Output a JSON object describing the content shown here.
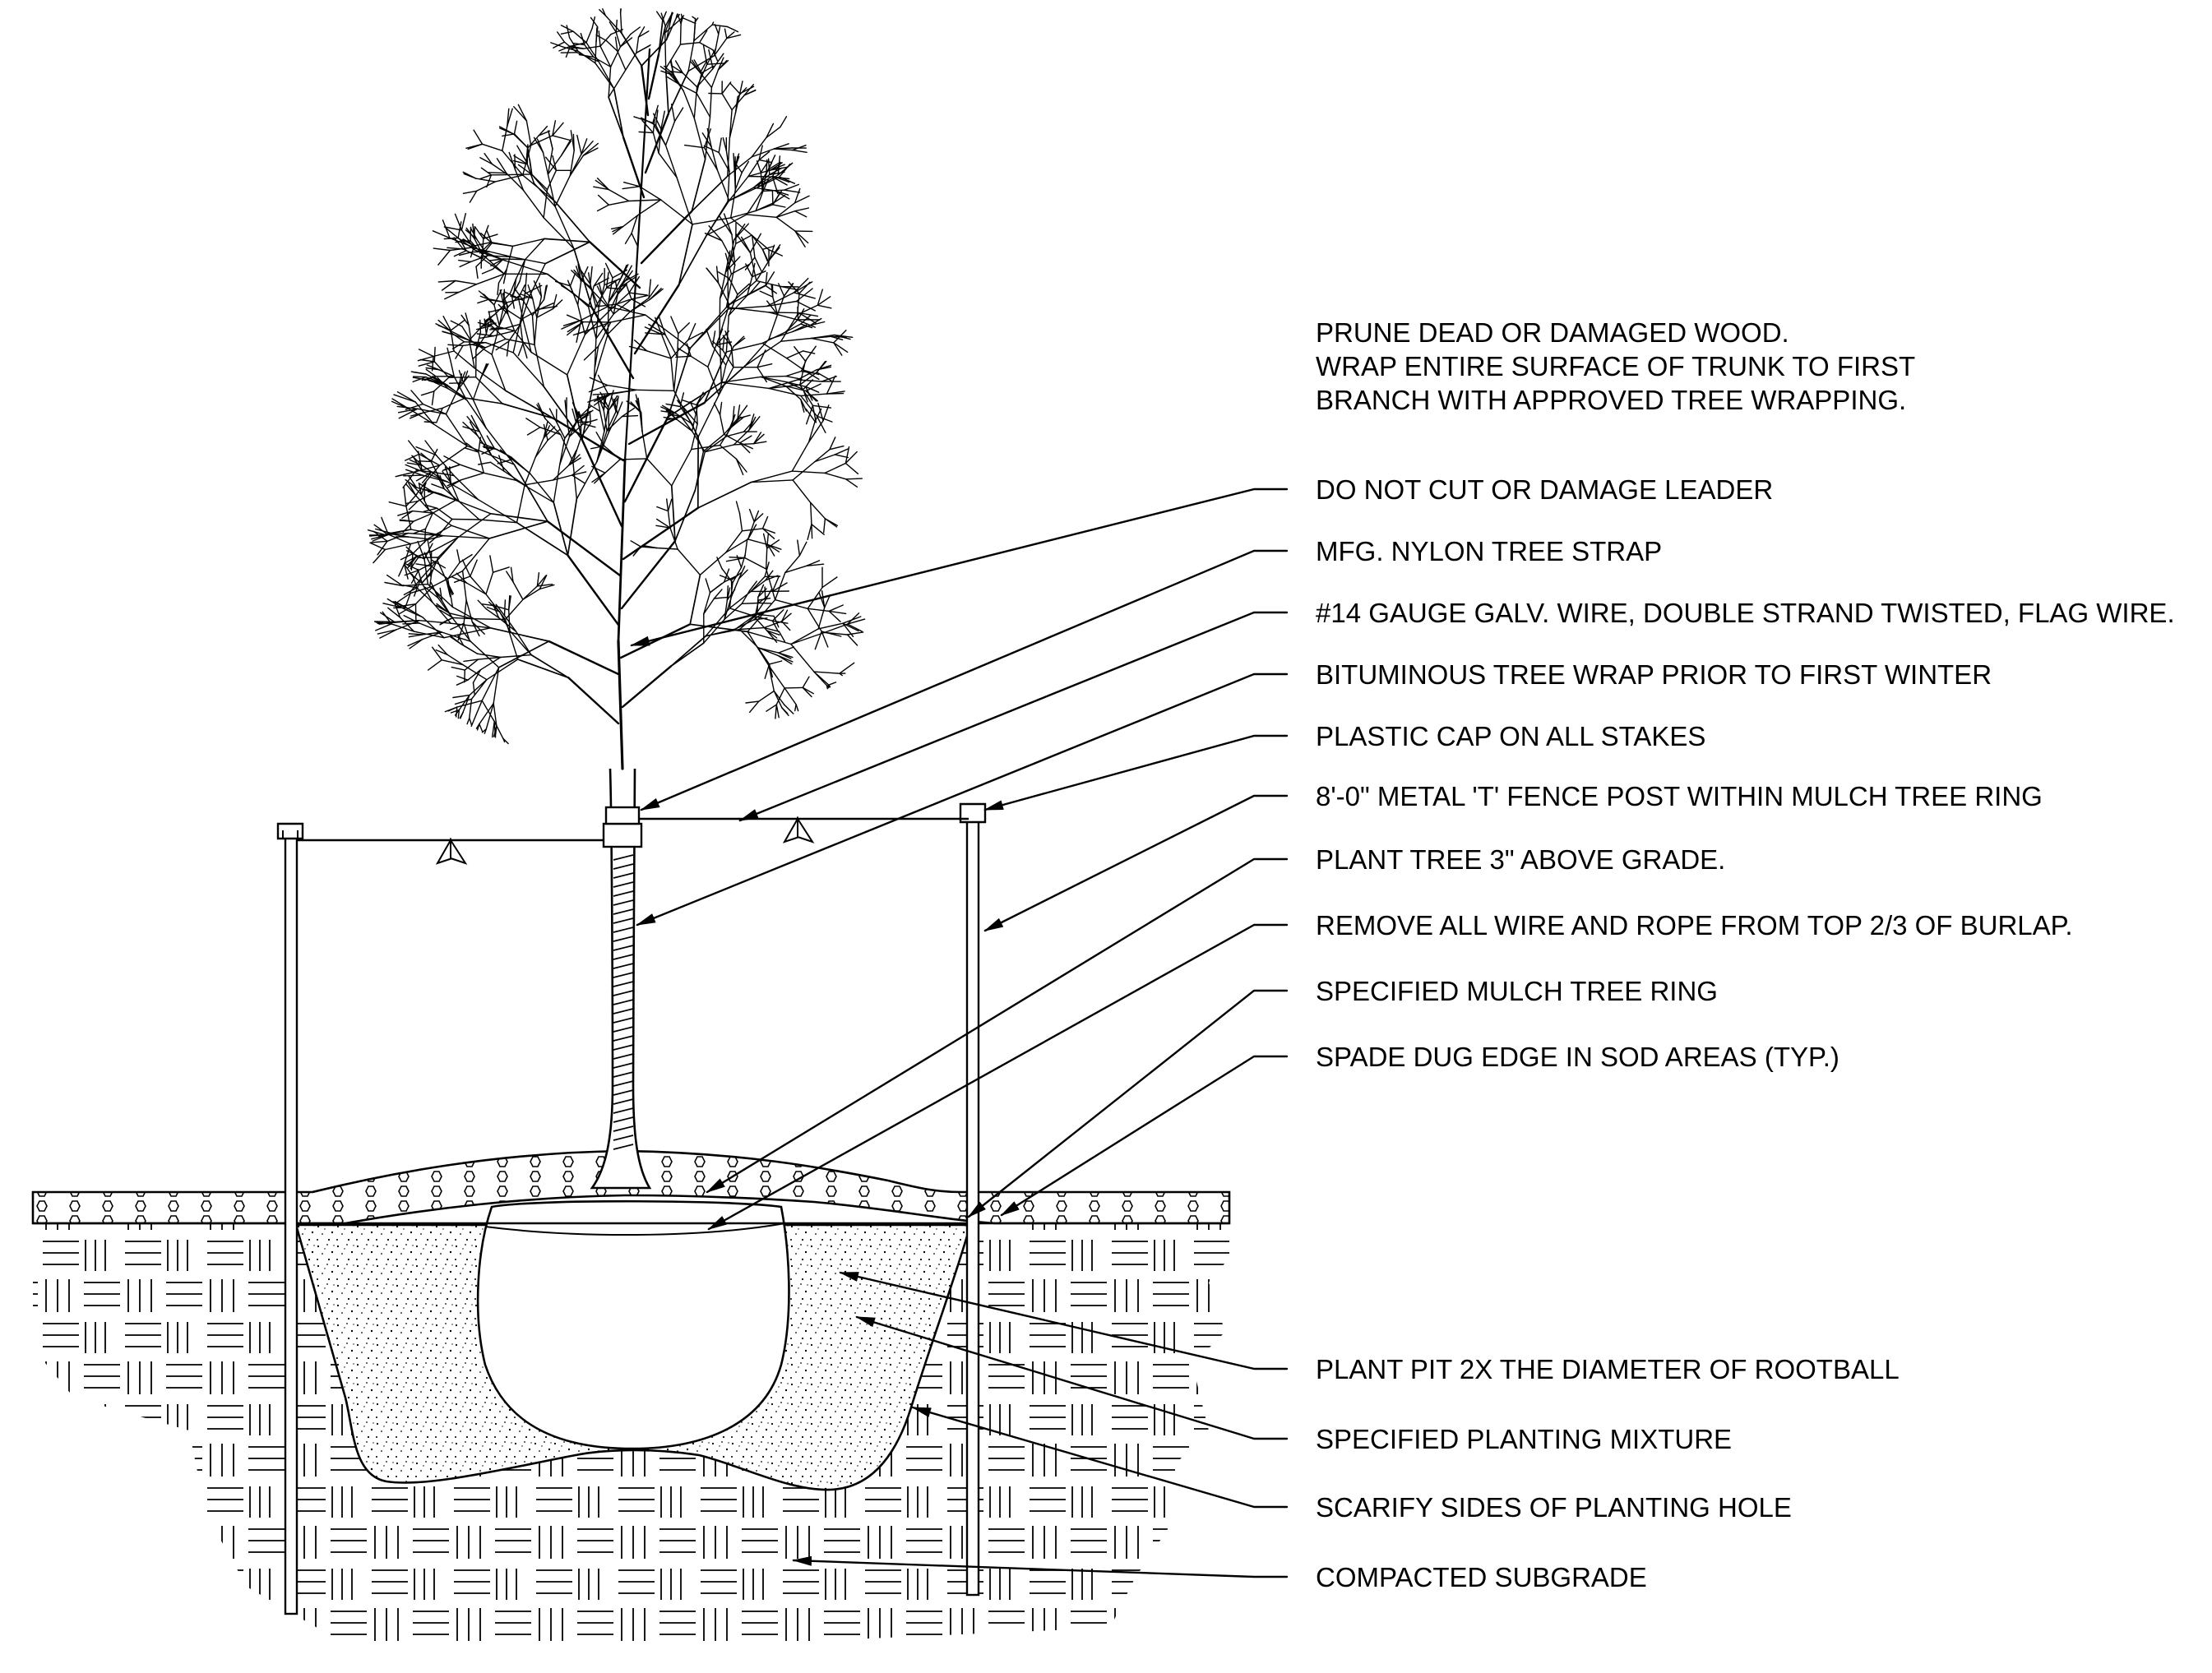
{
  "notes": {
    "general": [
      "PRUNE DEAD OR DAMAGED WOOD.",
      "WRAP ENTIRE SURFACE OF TRUNK TO FIRST",
      "BRANCH WITH APPROVED TREE WRAPPING."
    ],
    "callouts_upper": [
      "DO NOT CUT OR DAMAGE LEADER",
      "MFG. NYLON TREE STRAP",
      "#14 GAUGE GALV. WIRE, DOUBLE STRAND TWISTED, FLAG WIRE.",
      "BITUMINOUS TREE WRAP PRIOR TO FIRST WINTER",
      "PLASTIC CAP ON ALL STAKES",
      "8'-0\" METAL 'T' FENCE POST WITHIN MULCH TREE RING",
      "PLANT TREE 3\" ABOVE GRADE.",
      "REMOVE ALL WIRE AND ROPE FROM TOP 2/3 OF BURLAP.",
      "SPECIFIED MULCH TREE RING",
      "SPADE DUG EDGE IN SOD AREAS (TYP.)"
    ],
    "callouts_lower": [
      "PLANT PIT 2X THE DIAMETER OF ROOTBALL",
      "SPECIFIED PLANTING MIXTURE",
      "SCARIFY SIDES OF PLANTING HOLE",
      "COMPACTED SUBGRADE"
    ]
  },
  "colors": {
    "ink": "#000000",
    "paper": "#ffffff"
  },
  "icons": [
    "flag-icon",
    "arrowhead-icon"
  ]
}
